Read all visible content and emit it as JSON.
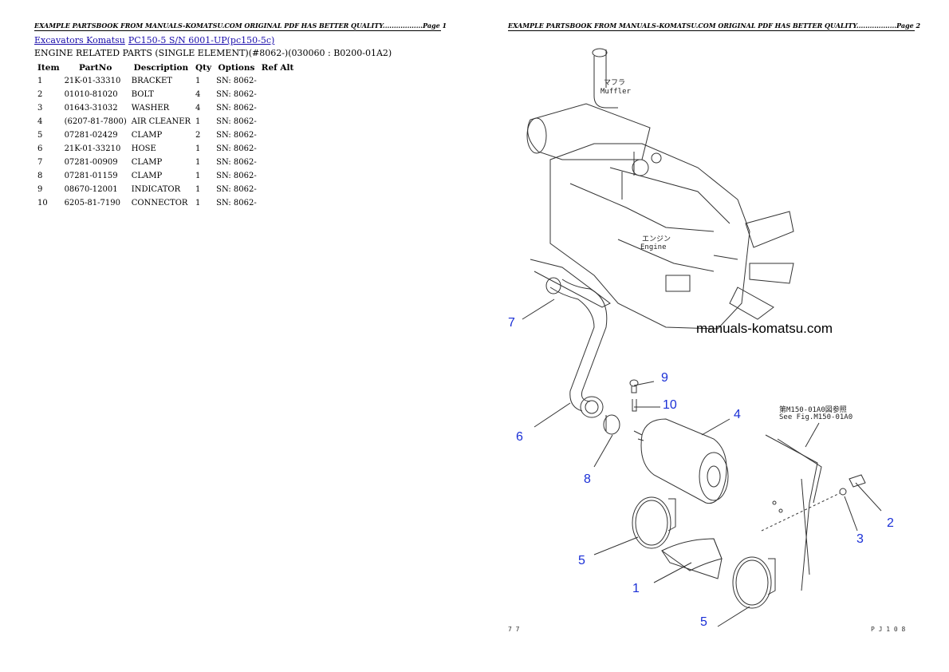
{
  "pages": {
    "left_header": "EXAMPLE PARTSBOOK FROM MANUALS-KOMATSU.COM ORIGINAL PDF HAS BETTER QUALITY..................Page 1",
    "right_header": "EXAMPLE PARTSBOOK FROM MANUALS-KOMATSU.COM ORIGINAL PDF HAS BETTER QUALITY..................Page 2"
  },
  "breadcrumb": {
    "link1": "Excavators Komatsu",
    "link2": "PC150-5 S/N 6001-UP(pc150-5c)"
  },
  "section_title": "ENGINE RELATED PARTS (SINGLE ELEMENT)(#8062-)(030060 : B0200-01A2)",
  "table": {
    "headers": [
      "Item",
      "PartNo",
      "Description",
      "Qty",
      "Options",
      "Ref Alt"
    ],
    "rows": [
      [
        "1",
        "21K-01-33310",
        "BRACKET",
        "1",
        "SN: 8062-",
        ""
      ],
      [
        "2",
        "01010-81020",
        "BOLT",
        "4",
        "SN: 8062-",
        ""
      ],
      [
        "3",
        "01643-31032",
        "WASHER",
        "4",
        "SN: 8062-",
        ""
      ],
      [
        "4",
        "(6207-81-7800)",
        "AIR CLEANER",
        "1",
        "SN: 8062-",
        ""
      ],
      [
        "5",
        "07281-02429",
        "CLAMP",
        "2",
        "SN: 8062-",
        ""
      ],
      [
        "6",
        "21K-01-33210",
        "HOSE",
        "1",
        "SN: 8062-",
        ""
      ],
      [
        "7",
        "07281-00909",
        "CLAMP",
        "1",
        "SN: 8062-",
        ""
      ],
      [
        "8",
        "07281-01159",
        "CLAMP",
        "1",
        "SN: 8062-",
        ""
      ],
      [
        "9",
        "08670-12001",
        "INDICATOR",
        "1",
        "SN: 8062-",
        ""
      ],
      [
        "10",
        "6205-81-7190",
        "CONNECTOR",
        "1",
        "SN: 8062-",
        ""
      ]
    ]
  },
  "diagram": {
    "watermark": "manuals-komatsu.com",
    "muffler_jp": "マフラ",
    "muffler_en": "Muffler",
    "engine_jp": "エンジン",
    "engine_en": "Engine",
    "ref_jp": "第M150-01A0図参照",
    "ref_en": "See Fig.M150-01A0",
    "callouts": [
      "7",
      "9",
      "10",
      "4",
      "6",
      "8",
      "2",
      "3",
      "5",
      "1",
      "5"
    ],
    "footer_left": "7 7",
    "footer_right": "P J 1 0 8",
    "callout_color": "#1a2fd6"
  }
}
